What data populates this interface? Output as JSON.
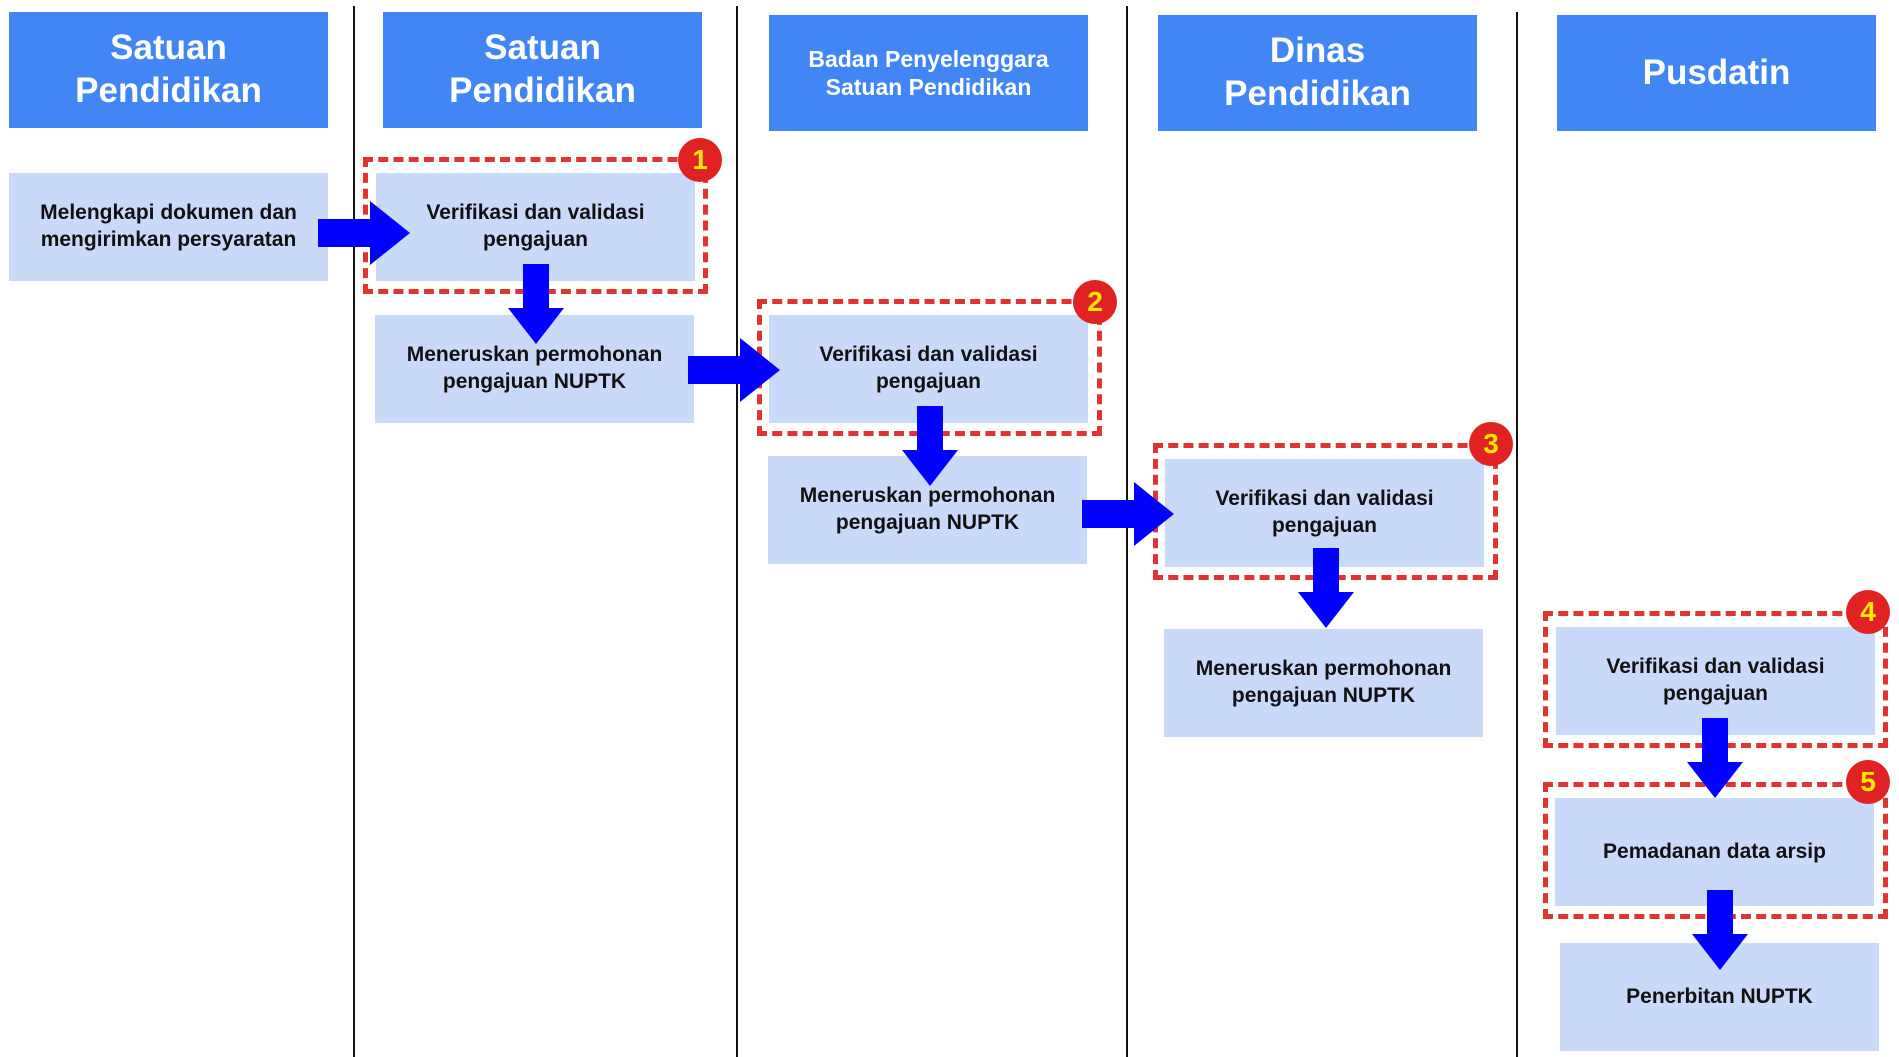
{
  "colors": {
    "header_bg": "#4285f4",
    "step_bg": "#c9daf8",
    "arrow": "#0000ff",
    "highlight": "#e03434",
    "badge_bg": "#e02222",
    "badge_text": "#ffe800"
  },
  "lanes": [
    {
      "line1": "Satuan",
      "line2": "Pendidikan"
    },
    {
      "line1": "Satuan",
      "line2": "Pendidikan"
    },
    {
      "line1": "Badan Penyelenggara",
      "line2": "Satuan Pendidikan"
    },
    {
      "line1": "Dinas",
      "line2": "Pendidikan"
    },
    {
      "line1": "Pusdatin",
      "line2": ""
    }
  ],
  "steps": {
    "s1": "Melengkapi dokumen dan\nmengirimkan persyaratan",
    "s2": "Verifikasi dan validasi\npengajuan",
    "s3": "Meneruskan permohonan\npengajuan NUPTK",
    "s4": "Verifikasi dan validasi\npengajuan",
    "s5": "Meneruskan permohonan\npengajuan NUPTK",
    "s6": "Verifikasi dan validasi\npengajuan",
    "s7": "Meneruskan permohonan\npengajuan NUPTK",
    "s8": "Verifikasi dan validasi\npengajuan",
    "s9": "Pemadanan data arsip",
    "s10": "Penerbitan NUPTK"
  },
  "badges": [
    "1",
    "2",
    "3",
    "4",
    "5"
  ]
}
